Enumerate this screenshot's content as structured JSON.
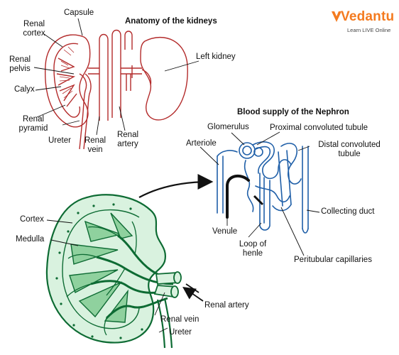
{
  "logo": {
    "name": "Vedantu",
    "tagline": "Learn LIVE Online",
    "color": "#f47b20"
  },
  "colors": {
    "kidney_outline": "#b32b2b",
    "nephron_outline": "#1f5fa8",
    "section_outline": "#0d6b33",
    "section_fill": "#8fd19e"
  },
  "anatomy": {
    "title": "Anatomy of the kidneys",
    "labels": {
      "capsule": "Capsule",
      "renal_cortex_1": "Renal",
      "renal_cortex_2": "cortex",
      "renal_pelvis_1": "Renal",
      "renal_pelvis_2": "pelvis",
      "calyx": "Calyx",
      "renal_pyramid_1": "Renal",
      "renal_pyramid_2": "pyramid",
      "ureter": "Ureter",
      "renal_vein_1": "Renal",
      "renal_vein_2": "vein",
      "renal_artery_1": "Renal",
      "renal_artery_2": "artery",
      "left_kidney": "Left kidney"
    }
  },
  "nephron": {
    "title": "Blood supply of the Nephron",
    "labels": {
      "glomerulus": "Glomerulus",
      "proximal": "Proximal convoluted tubule",
      "arteriole": "Arteriole",
      "distal_1": "Distal convoluted",
      "distal_2": "tubule",
      "collecting_duct": "Collecting duct",
      "venule": "Venule",
      "loop_1": "Loop of",
      "loop_2": "henle",
      "peritubular": "Peritubular capillaries"
    }
  },
  "section": {
    "labels": {
      "cortex": "Cortex",
      "medulla": "Medulla",
      "renal_artery": "Renal artery",
      "renal_vein": "Renal vein",
      "ureter": "Ureter"
    }
  }
}
